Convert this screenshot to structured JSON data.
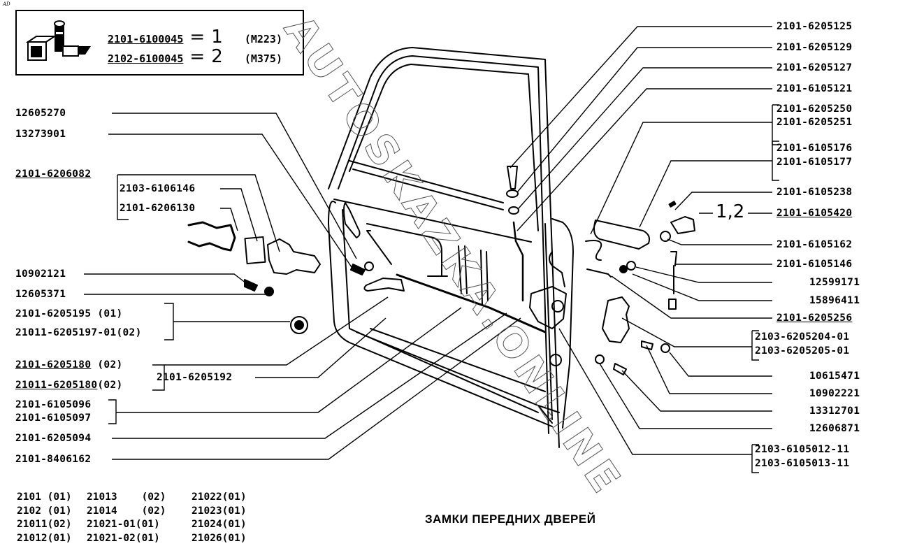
{
  "corner_mark": "AD",
  "title": "ЗАМКИ ПЕРЕДНИХ ДВЕРЕЙ",
  "watermark": "AUTOSKAZKA.ONLINE",
  "kit": {
    "icon": "lubricant-kit-icon",
    "rows": [
      {
        "part": "2101-6100045",
        "eq": "=",
        "qty": "1",
        "note": "(M223)"
      },
      {
        "part": "2102-6100045",
        "eq": "=",
        "qty": "2",
        "note": "(M375)"
      }
    ]
  },
  "left_labels": {
    "l1": "12605270",
    "l2": "13273901",
    "l3": "2101-6206082",
    "l4": "2103-6106146",
    "l5": "2101-6206130",
    "l6": "10902121",
    "l7": "12605371",
    "l8a": "2101-6205195 (01)",
    "l8b": "21011-6205197-01(02)",
    "l9a_part": "2101-6205180",
    "l9a_note": " (02)",
    "l9b_part": "21011-6205180",
    "l9b_note": "(02)",
    "l9c": "2101-6205192",
    "l10a": "2101-6105096",
    "l10b": "2101-6105097",
    "l11": "2101-6205094",
    "l12": "2101-8406162"
  },
  "right_labels": {
    "r1": "2101-6205125",
    "r2": "2101-6205129",
    "r3": "2101-6205127",
    "r4": "2101-6105121",
    "r5a": "2101-6205250",
    "r5b": "2101-6205251",
    "r6a": "2101-6105176",
    "r6b": "2101-6105177",
    "r7": "2101-6105238",
    "r8_variants": "1,2",
    "r8": "2101-6105420",
    "r9": "2101-6105162",
    "r10": "2101-6105146",
    "r11": "12599171",
    "r12": "15896411",
    "r13": "2101-6205256",
    "r14a": "2103-6205204-01",
    "r14b": "2103-6205205-01",
    "r15": "10615471",
    "r16": "10902221",
    "r17": "13312701",
    "r18": "12606871",
    "r19a": "2103-6105012-11",
    "r19b": "2103-6105013-11"
  },
  "models": [
    [
      "2101 (01)",
      "21013    (02)",
      "21022(01)"
    ],
    [
      "2102 (01)",
      "21014    (02)",
      "21023(01)"
    ],
    [
      "21011(02)",
      "21021-01(01)",
      "21024(01)"
    ],
    [
      "21012(01)",
      "21021-02(01)",
      "21026(01)"
    ]
  ]
}
